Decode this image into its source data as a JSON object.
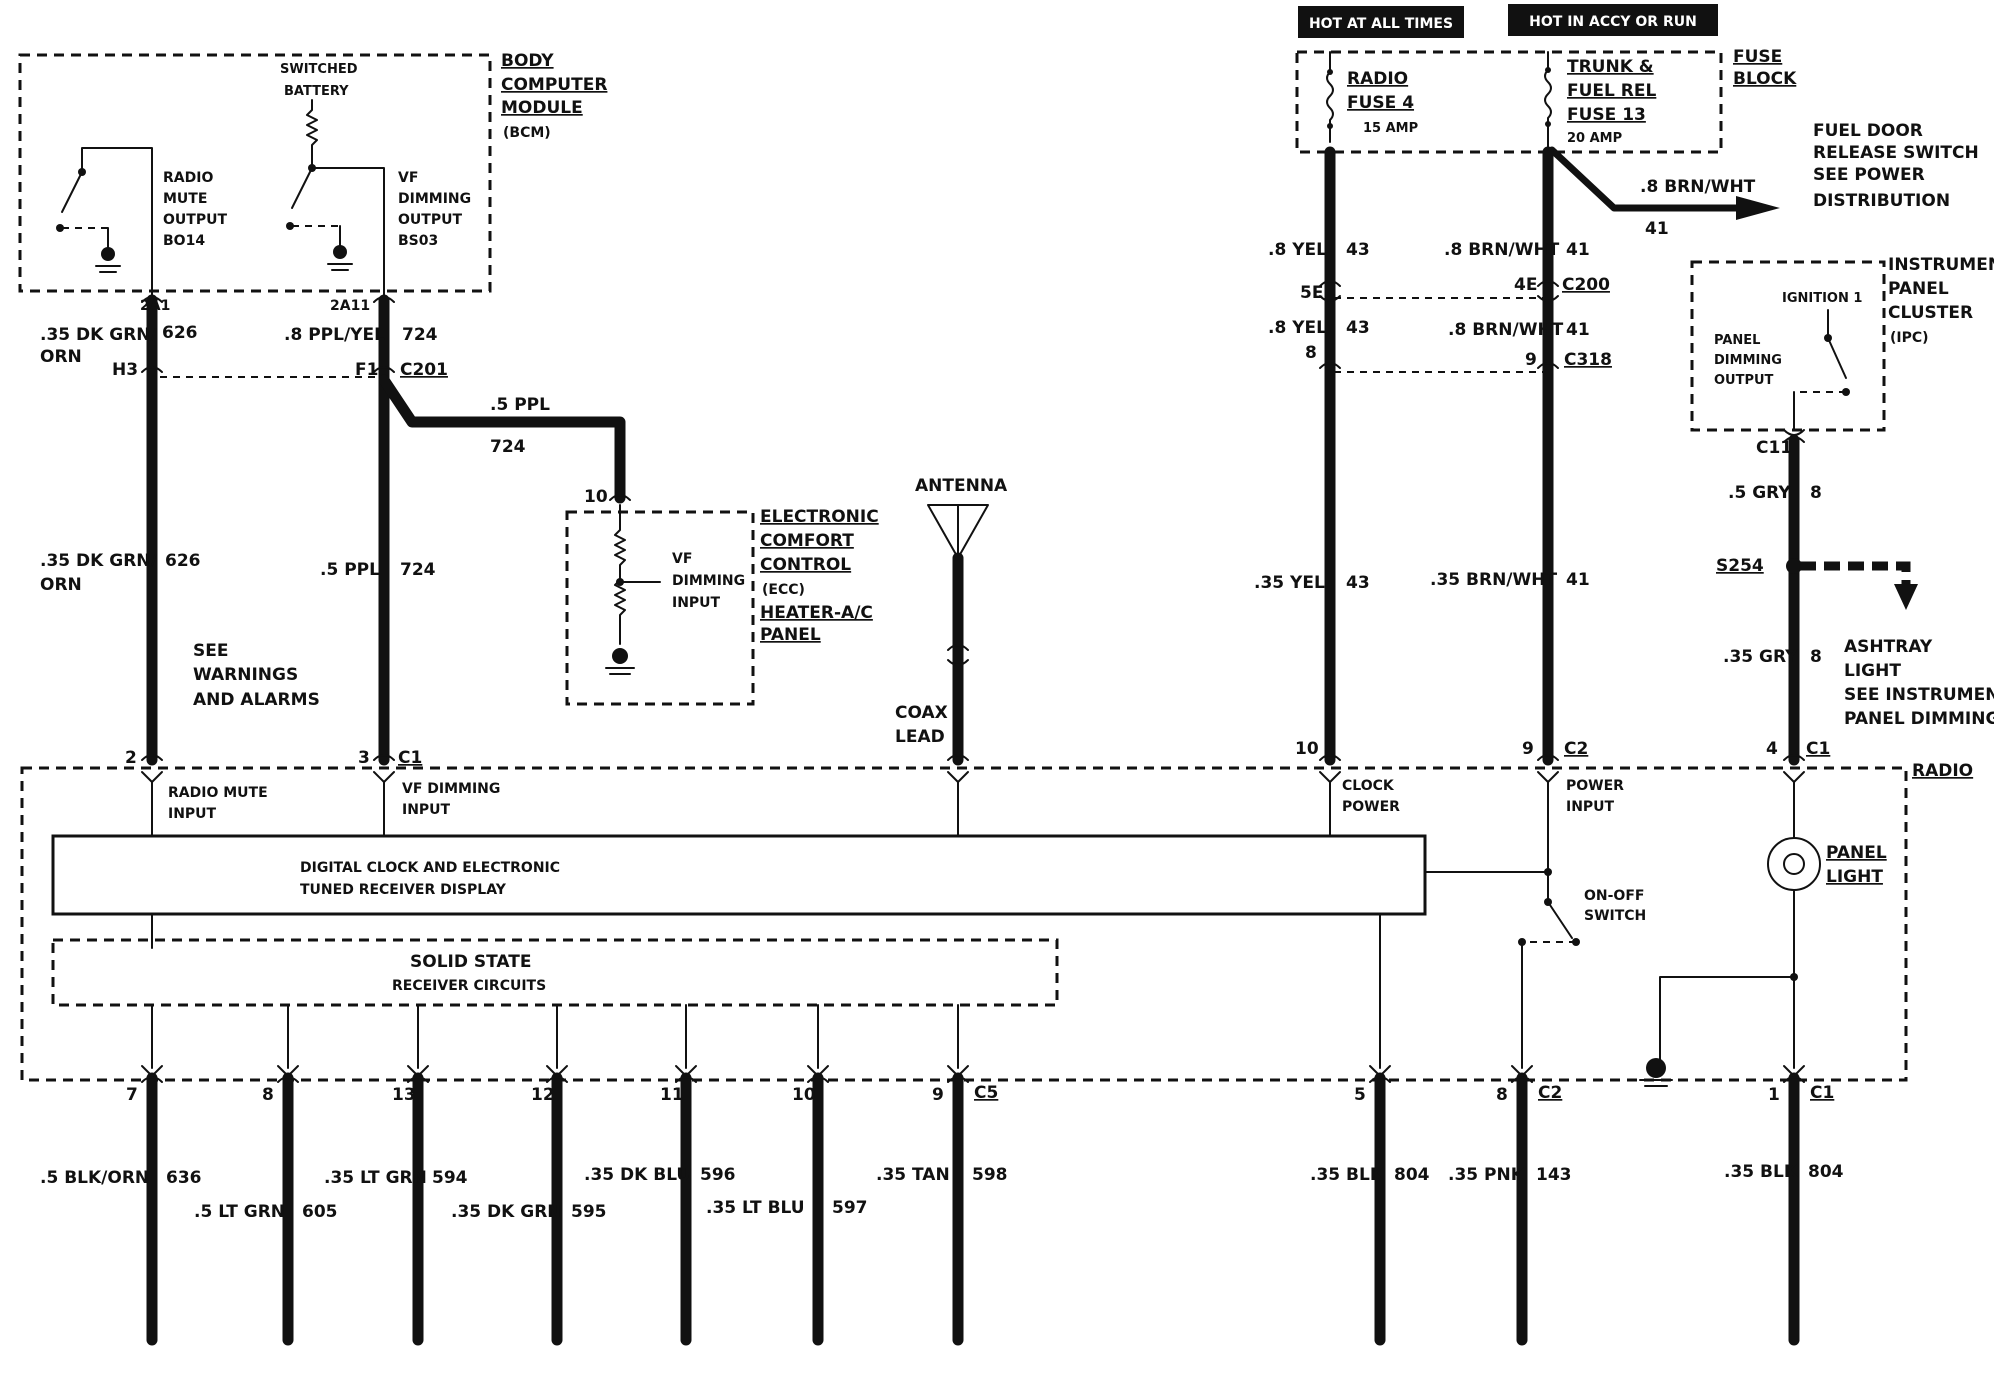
{
  "header": {
    "hot_at_all_times": "HOT AT ALL TIMES",
    "hot_in_accy": "HOT IN ACCY OR RUN"
  },
  "fuse_block": {
    "title_1": "FUSE",
    "title_2": "BLOCK",
    "radio_fuse_1": "RADIO",
    "radio_fuse_2": "FUSE 4",
    "radio_fuse_amp": "15 AMP",
    "trunk_fuse_1": "TRUNK &",
    "trunk_fuse_2": "FUEL REL",
    "trunk_fuse_3": "FUSE 13",
    "trunk_fuse_amp": "20 AMP"
  },
  "bcm": {
    "title_1": "BODY",
    "title_2": "COMPUTER",
    "title_3": "MODULE",
    "title_4": "(BCM)",
    "switched_1": "SWITCHED",
    "switched_2": "BATTERY",
    "radio_mute_1": "RADIO",
    "radio_mute_2": "MUTE",
    "radio_mute_3": "OUTPUT",
    "radio_mute_4": "BO14",
    "vf_1": "VF",
    "vf_2": "DIMMING",
    "vf_3": "OUTPUT",
    "vf_4": "BS03"
  },
  "ecc": {
    "title_1": "ELECTRONIC",
    "title_2": "COMFORT",
    "title_3": "CONTROL",
    "title_4": "(ECC)",
    "title_5": "HEATER-A/C",
    "title_6": "PANEL",
    "vf_1": "VF",
    "vf_2": "DIMMING",
    "vf_3": "INPUT",
    "pin": "10"
  },
  "ipc": {
    "title_1": "INSTRUMENT",
    "title_2": "PANEL",
    "title_3": "CLUSTER",
    "title_4": "(IPC)",
    "ignition": "IGNITION 1",
    "panel_1": "PANEL",
    "panel_2": "DIMMING",
    "panel_3": "OUTPUT",
    "conn": "C11"
  },
  "fuel_door": {
    "line_1": "FUEL DOOR",
    "line_2": "RELEASE SWITCH",
    "line_3": "SEE POWER",
    "line_4": "DISTRIBUTION",
    "wire": ".8 BRN/WHT",
    "circuit": "41"
  },
  "ashtray": {
    "line_1": "ASHTRAY",
    "line_2": "LIGHT",
    "line_3": "SEE INSTRUMENT",
    "line_4": "PANEL DIMMING",
    "splice": "S254"
  },
  "antenna": {
    "label": "ANTENNA",
    "coax_1": "COAX",
    "coax_2": "LEAD"
  },
  "warnings": {
    "line_1": "SEE",
    "line_2": "WARNINGS",
    "line_3": "AND ALARMS"
  },
  "radio": {
    "title": "RADIO",
    "display_1": "DIGITAL CLOCK AND ELECTRONIC",
    "display_2": "TUNED RECEIVER DISPLAY",
    "solid_1": "SOLID STATE",
    "solid_2": "RECEIVER CIRCUITS",
    "mute_in_1": "RADIO MUTE",
    "mute_in_2": "INPUT",
    "vf_in_1": "VF DIMMING",
    "vf_in_2": "INPUT",
    "clock_1": "CLOCK",
    "clock_2": "POWER",
    "power_1": "POWER",
    "power_2": "INPUT",
    "onoff_1": "ON-OFF",
    "onoff_2": "SWITCH",
    "panel_light_1": "PANEL",
    "panel_light_2": "LIGHT"
  },
  "connectors": {
    "c201": "C201",
    "c200": "C200",
    "c318": "C318",
    "c1": "C1",
    "c2": "C2",
    "c5": "C5",
    "pin_2a1": "2A1",
    "pin_2a11": "2A11",
    "pin_h3": "H3",
    "pin_f1": "F1",
    "pin_5e": "5E",
    "pin_4e": "4E",
    "pin_8": "8",
    "pin_9": "9",
    "pin_2": "2",
    "pin_3": "3",
    "pin_10": "10",
    "pin_c2_9": "9",
    "pin_4": "4"
  },
  "wires": {
    "w626_a": ".35 DK GRN/",
    "w626_a2": "ORN",
    "w626_a_num": "626",
    "w626_b": ".35 DK GRN/",
    "w626_b2": "ORN",
    "w626_b_num": "626",
    "w724_a": ".8 PPL/YEL",
    "w724_a_num": "724",
    "w724_b": ".5 PPL",
    "w724_b_num": "724",
    "w724_c": ".5 PPL",
    "w724_c_num": "724",
    "yel_a": ".8 YEL",
    "yel_a_num": "43",
    "yel_b": ".8 YEL",
    "yel_b_num": "43",
    "yel_c": ".35 YEL",
    "yel_c_num": "43",
    "brn_a": ".8 BRN/WHT",
    "brn_a_num": "41",
    "brn_b": ".8 BRN/WHT",
    "brn_b_num": "41",
    "brn_c": ".35 BRN/WHT",
    "brn_c_num": "41",
    "gry_a": ".5 GRY",
    "gry_a_num": "8",
    "gry_b": ".35 GRY",
    "gry_b_num": "8"
  },
  "bottom": [
    {
      "pin": "7",
      "wire": ".5 BLK/ORN",
      "num": "636"
    },
    {
      "pin": "8",
      "wire": ".5 LT GRN",
      "num": "605"
    },
    {
      "pin": "13",
      "wire": ".35 LT GRN",
      "num": "594"
    },
    {
      "pin": "12",
      "wire": ".35 DK GRN",
      "num": "595"
    },
    {
      "pin": "11",
      "wire": ".35 DK BLU",
      "num": "596"
    },
    {
      "pin": "10",
      "wire": ".35 LT BLU",
      "num": "597"
    },
    {
      "pin": "9",
      "wire": ".35 TAN",
      "num": "598",
      "conn": "C5"
    },
    {
      "pin": "5",
      "wire": ".35 BLK",
      "num": "804"
    },
    {
      "pin": "8",
      "wire": ".35 PNK",
      "num": "143",
      "conn": "C2"
    },
    {
      "pin": "1",
      "wire": ".35 BLK",
      "num": "804",
      "conn": "C1"
    }
  ]
}
